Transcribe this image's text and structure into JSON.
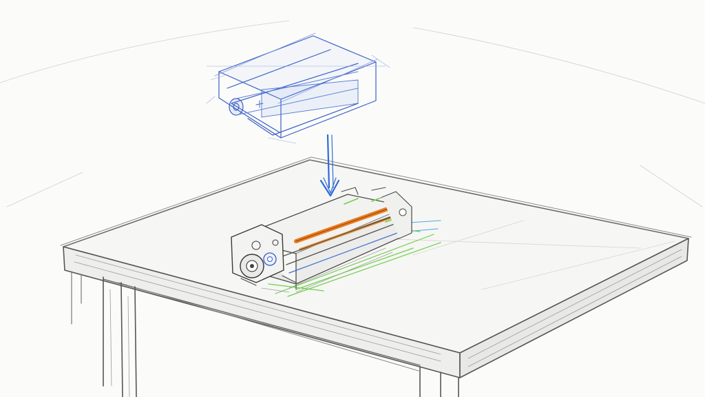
{
  "scene": {
    "paper_color": "#fbfbfa",
    "pencil_color": "#5a5a5a",
    "blueprint_color": "#3a5fc8",
    "arrow_color": "#2f6bd6",
    "highlight_green": "#6fcf4a",
    "highlight_orange": "#ef7a1a",
    "highlight_blue": "#49a8e0"
  },
  "elements": [
    {
      "name": "table",
      "icon": "table-sketch"
    },
    {
      "name": "component-blueprint",
      "icon": "wireframe-box-icon"
    },
    {
      "name": "down-arrow",
      "icon": "arrow-down-icon"
    },
    {
      "name": "mechanical-assembly",
      "icon": "fuser-unit-sketch"
    }
  ]
}
